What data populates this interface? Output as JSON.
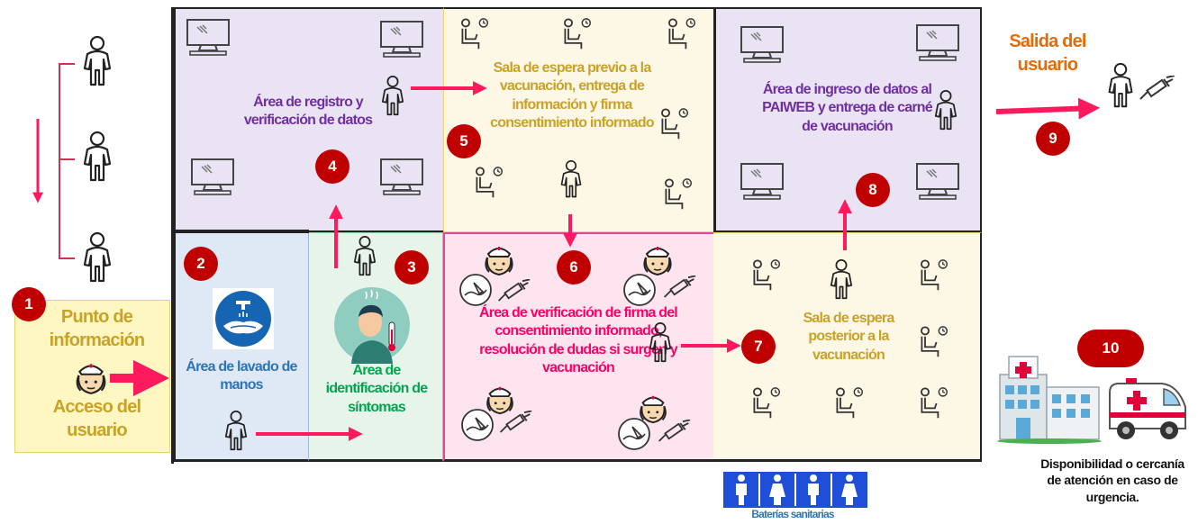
{
  "steps": {
    "s1": {
      "num": "1",
      "label": "Punto de información",
      "sublabel": "Acceso del usuario"
    },
    "s2": {
      "num": "2",
      "label": "Área de lavado de manos"
    },
    "s3": {
      "num": "3",
      "label": "Área de identificación de síntomas"
    },
    "s4": {
      "num": "4",
      "label": "Área de registro y verificación de datos"
    },
    "s5": {
      "num": "5",
      "label": "Sala de espera previo a la vacunación, entrega de información y firma consentimiento informado"
    },
    "s6": {
      "num": "6",
      "label": "Área de verificación de firma del consentimiento informado, resolución de dudas si surgen y vacunación"
    },
    "s7": {
      "num": "7",
      "label": "Sala de espera posterior a la vacunación"
    },
    "s8": {
      "num": "8",
      "label": "Área de ingreso de datos al PAIWEB y entrega de carné de vacunación"
    },
    "s9": {
      "num": "9",
      "label": "Salida del usuario"
    },
    "s10": {
      "num": "10",
      "label": "Disponibilidad o cercanía de atención en caso de urgencia."
    }
  },
  "restrooms": {
    "label": "Baterías sanitarias"
  },
  "colors": {
    "number_badge": "#c00000",
    "arrow": "#ff1a5e",
    "registro_fill": "#e9e3f3",
    "registro_text": "#7030a0",
    "espera_fill": "#fdf7e6",
    "espera_text": "#c9a227",
    "vacunacion_fill": "#fde4ef",
    "vacunacion_text": "#ff0066",
    "lavado_fill": "#dfe8f5",
    "lavado_text": "#2e75b6",
    "sintomas_fill": "#e6f4ea",
    "sintomas_text": "#00a550",
    "info_fill": "#fff7c2",
    "info_text": "#c9a227",
    "salida_text": "#e26b0a",
    "restroom_fill": "#1f4ed8"
  }
}
